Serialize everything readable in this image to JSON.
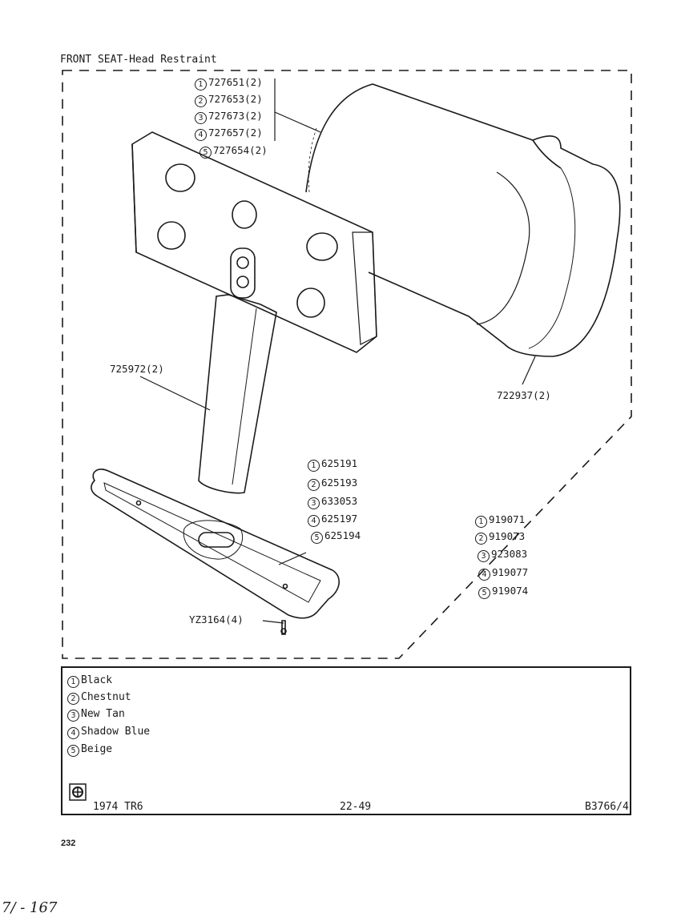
{
  "title": "FRONT SEAT-Head Restraint",
  "parts": {
    "pad_group": [
      {
        "n": "1",
        "code": "727651(2)"
      },
      {
        "n": "2",
        "code": "727653(2)"
      },
      {
        "n": "3",
        "code": "727673(2)"
      },
      {
        "n": "4",
        "code": "727657(2)"
      },
      {
        "n": "5",
        "code": "727654(2)"
      }
    ],
    "stem": "725972(2)",
    "cover": "722937(2)",
    "base_group": [
      {
        "n": "1",
        "code": "625191"
      },
      {
        "n": "2",
        "code": "625193"
      },
      {
        "n": "3",
        "code": "633053"
      },
      {
        "n": "4",
        "code": "625197"
      },
      {
        "n": "5",
        "code": "625194"
      }
    ],
    "kit_group": [
      {
        "n": "1",
        "code": "919071"
      },
      {
        "n": "2",
        "code": "919073"
      },
      {
        "n": "3",
        "code": "923083"
      },
      {
        "n": "4",
        "code": "919077"
      },
      {
        "n": "5",
        "code": "919074"
      }
    ],
    "screw": "YZ3164(4)"
  },
  "legend": [
    {
      "n": "1",
      "color": "Black"
    },
    {
      "n": "2",
      "color": "Chestnut"
    },
    {
      "n": "3",
      "color": "New Tan"
    },
    {
      "n": "4",
      "color": "Shadow Blue"
    },
    {
      "n": "5",
      "color": "Beige"
    }
  ],
  "footer": {
    "model": "1974 TR6",
    "page_ref": "22-49",
    "drawing_no": "B3766/4"
  },
  "page_number": "232",
  "handwritten": "7/ - 167"
}
